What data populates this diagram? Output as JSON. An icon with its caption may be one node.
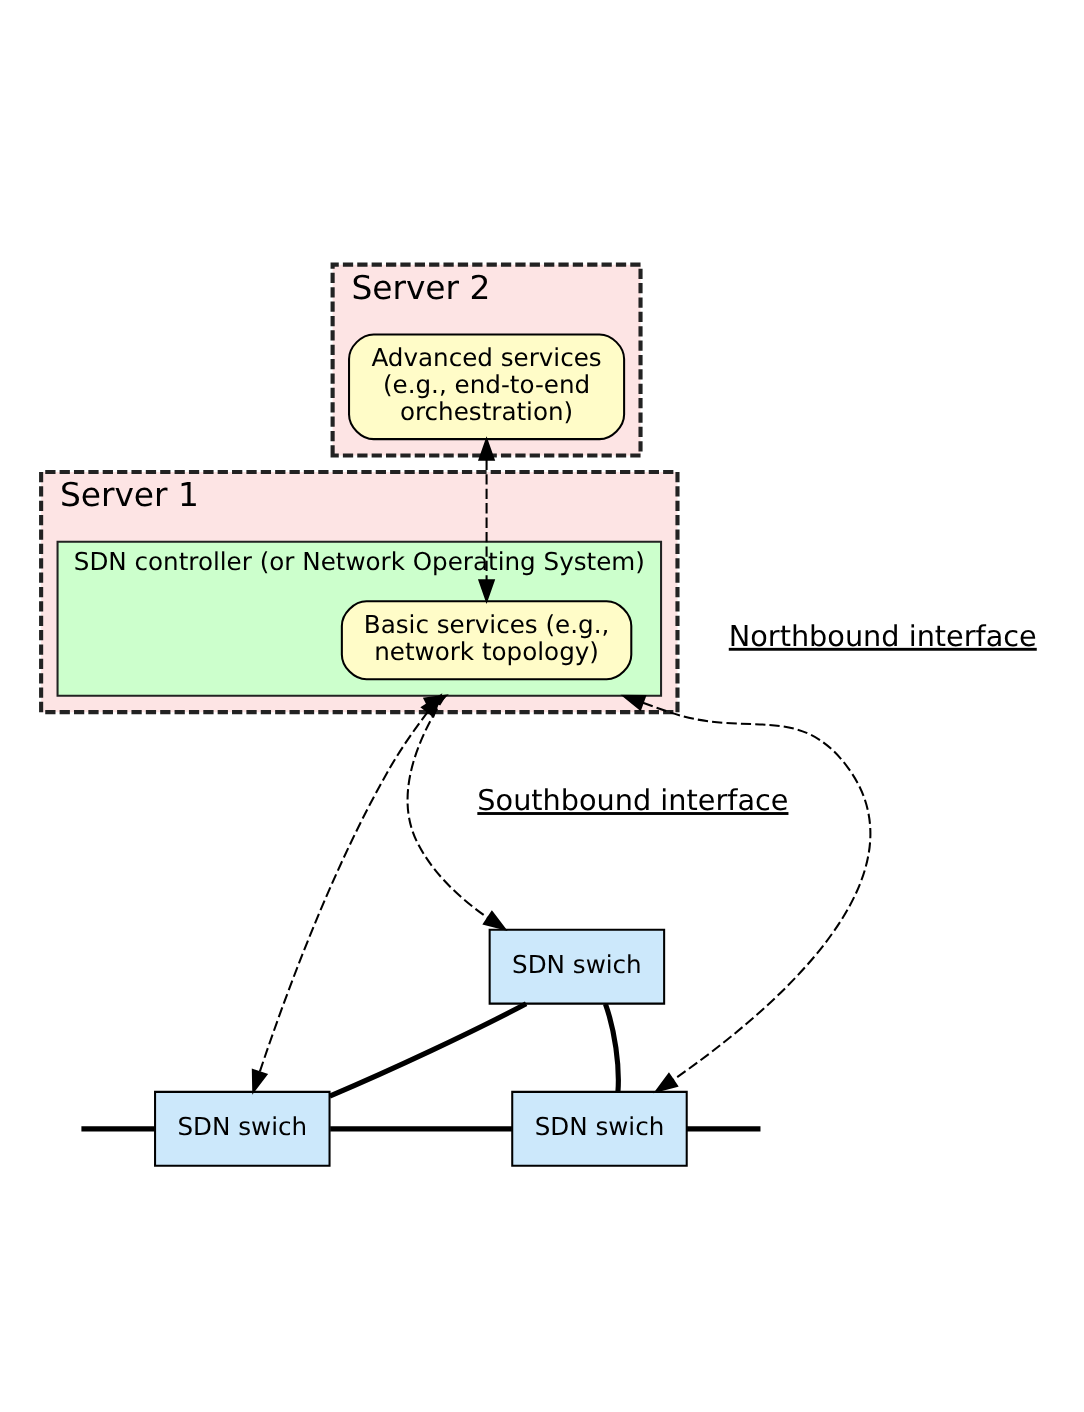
{
  "diagram": {
    "nodes": [
      {
        "text": [
          "Server 2"
        ]
      },
      {
        "text": [
          "Advanced services (e.g., end-to-end orchestration)"
        ],
        "in": 0
      },
      {
        "text": [
          "Server 1"
        ]
      },
      {
        "text": [
          "SDN controller (or Network Operating System)"
        ],
        "in": 2
      },
      {
        "text": [
          "Basic services (e.g., network topology)"
        ],
        "in": 3
      },
      {
        "text": [
          "SDN swich"
        ]
      },
      {
        "text": [
          "SDN swich"
        ]
      },
      {
        "text": [
          "SDN swich"
        ]
      }
    ],
    "edges": [
      {
        "from": 1,
        "to": 4,
        "arrow": "both",
        "style": "dashed"
      },
      {
        "from": 3,
        "to": 6,
        "arrow": "both",
        "style": "dashed"
      },
      {
        "from": 3,
        "to": 5,
        "arrow": "both",
        "style": "dashed"
      },
      {
        "from": 3,
        "to": 7,
        "arrow": "both",
        "style": "dashed"
      },
      {
        "from": 6,
        "to": 5,
        "arrow": "none"
      },
      {
        "from": 5,
        "to": 7,
        "arrow": "none"
      },
      {
        "from": 6,
        "to": 7,
        "arrow": "none"
      },
      {
        "from": null,
        "to": 6,
        "arrow": "none"
      },
      {
        "from": 7,
        "to": null,
        "arrow": "none"
      }
    ],
    "labels": [
      "Northbound interface",
      "Southbound interface"
    ]
  }
}
